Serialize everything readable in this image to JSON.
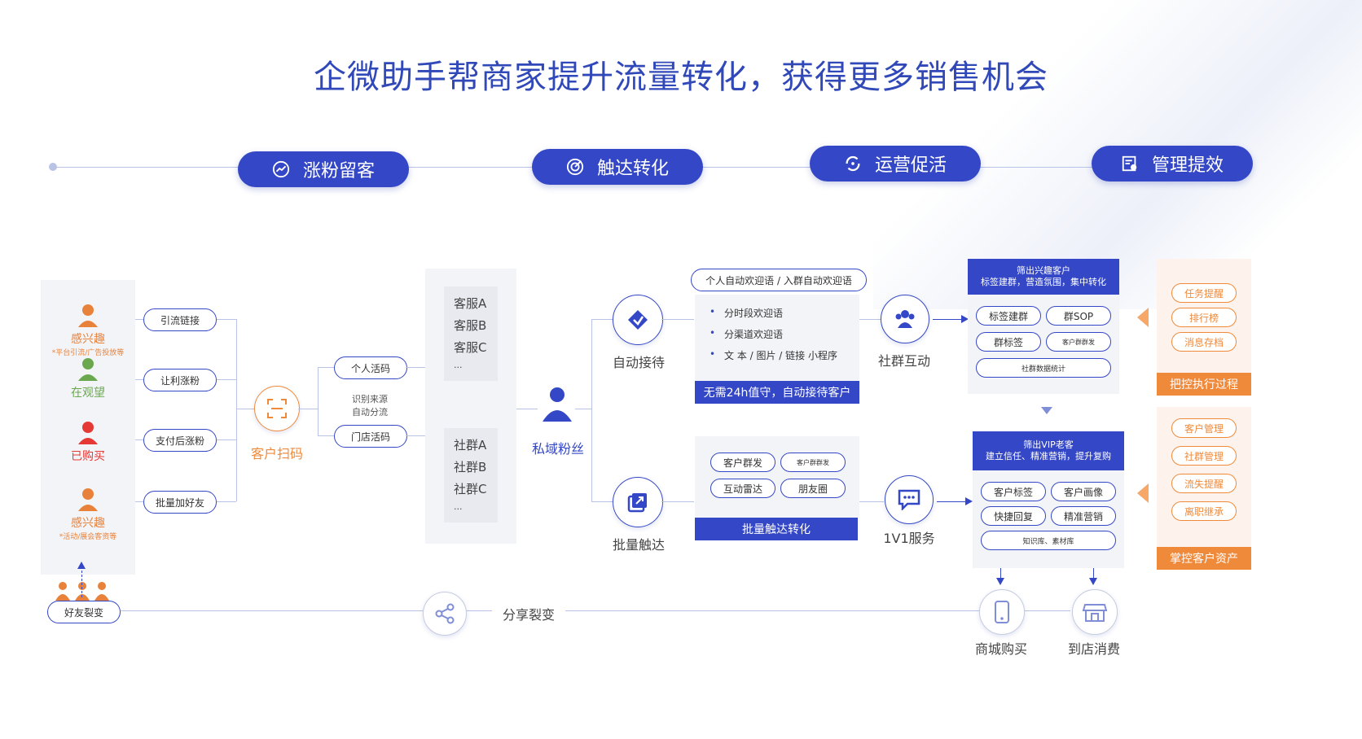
{
  "title": "企微助手帮商家提升流量转化，获得更多销售机会",
  "stages": [
    {
      "label": "涨粉留客",
      "icon": "trend-check-icon"
    },
    {
      "label": "触达转化",
      "icon": "target-icon"
    },
    {
      "label": "运营促活",
      "icon": "refresh-cycle-icon"
    },
    {
      "label": "管理提效",
      "icon": "report-doc-icon"
    }
  ],
  "customers": [
    {
      "label": "感兴趣",
      "sub": "*平台引流/广告投放等",
      "color": "#e8823a"
    },
    {
      "label": "在观望",
      "sub": "",
      "color": "#6aa84f"
    },
    {
      "label": "已购买",
      "sub": "",
      "color": "#e53935"
    },
    {
      "label": "感兴趣",
      "sub": "*活动/展会客资等",
      "color": "#e8823a"
    }
  ],
  "channels": [
    "引流链接",
    "让利涨粉",
    "支付后涨粉",
    "批量加好友"
  ],
  "scan": {
    "label": "客户扫码",
    "codes": [
      "个人活码",
      "门店活码"
    ],
    "note": "识别来源\n自动分流"
  },
  "service_groups": {
    "agents": [
      "客服A",
      "客服B",
      "客服C",
      "..."
    ],
    "groups": [
      "社群A",
      "社群B",
      "社群C",
      "..."
    ]
  },
  "private_fans": "私域粉丝",
  "auto_reception": {
    "label": "自动接待",
    "welcome": "个人自动欢迎语 / 入群自动欢迎语",
    "bullets": [
      "分时段欢迎语",
      "分渠道欢迎语",
      "文 本 / 图片 / 链接 小程序"
    ],
    "footer": "无需24h值守，自动接待客户"
  },
  "batch_reach": {
    "label": "批量触达",
    "tags": [
      "客户群发",
      "客户群群发",
      "互动雷达",
      "朋友圈"
    ],
    "footer": "批量触达转化"
  },
  "community": {
    "label": "社群互动",
    "header": "筛出兴趣客户\n标签建群，营造氛围，集中转化",
    "tags": [
      "标签建群",
      "群SOP",
      "群标签",
      "客户群群发",
      "社群数据统计"
    ]
  },
  "one_on_one": {
    "label": "1V1服务",
    "header": "筛出VIP老客\n建立信任、精准营销，提升复购",
    "tags": [
      "客户标签",
      "客户画像",
      "快捷回复",
      "精准营销",
      "知识库、素材库"
    ]
  },
  "mgmt1": {
    "items": [
      "任务提醒",
      "排行榜",
      "消息存档"
    ],
    "footer": "把控执行过程"
  },
  "mgmt2": {
    "items": [
      "客户管理",
      "社群管理",
      "流失提醒",
      "离职继承"
    ],
    "footer": "掌控客户资产"
  },
  "bottom": {
    "referral": "好友裂变",
    "share": "分享裂变",
    "mall": "商城购买",
    "store": "到店消费"
  },
  "colors": {
    "primary": "#3447c6",
    "orange": "#f08a3b",
    "line": "#b9c3e6"
  }
}
